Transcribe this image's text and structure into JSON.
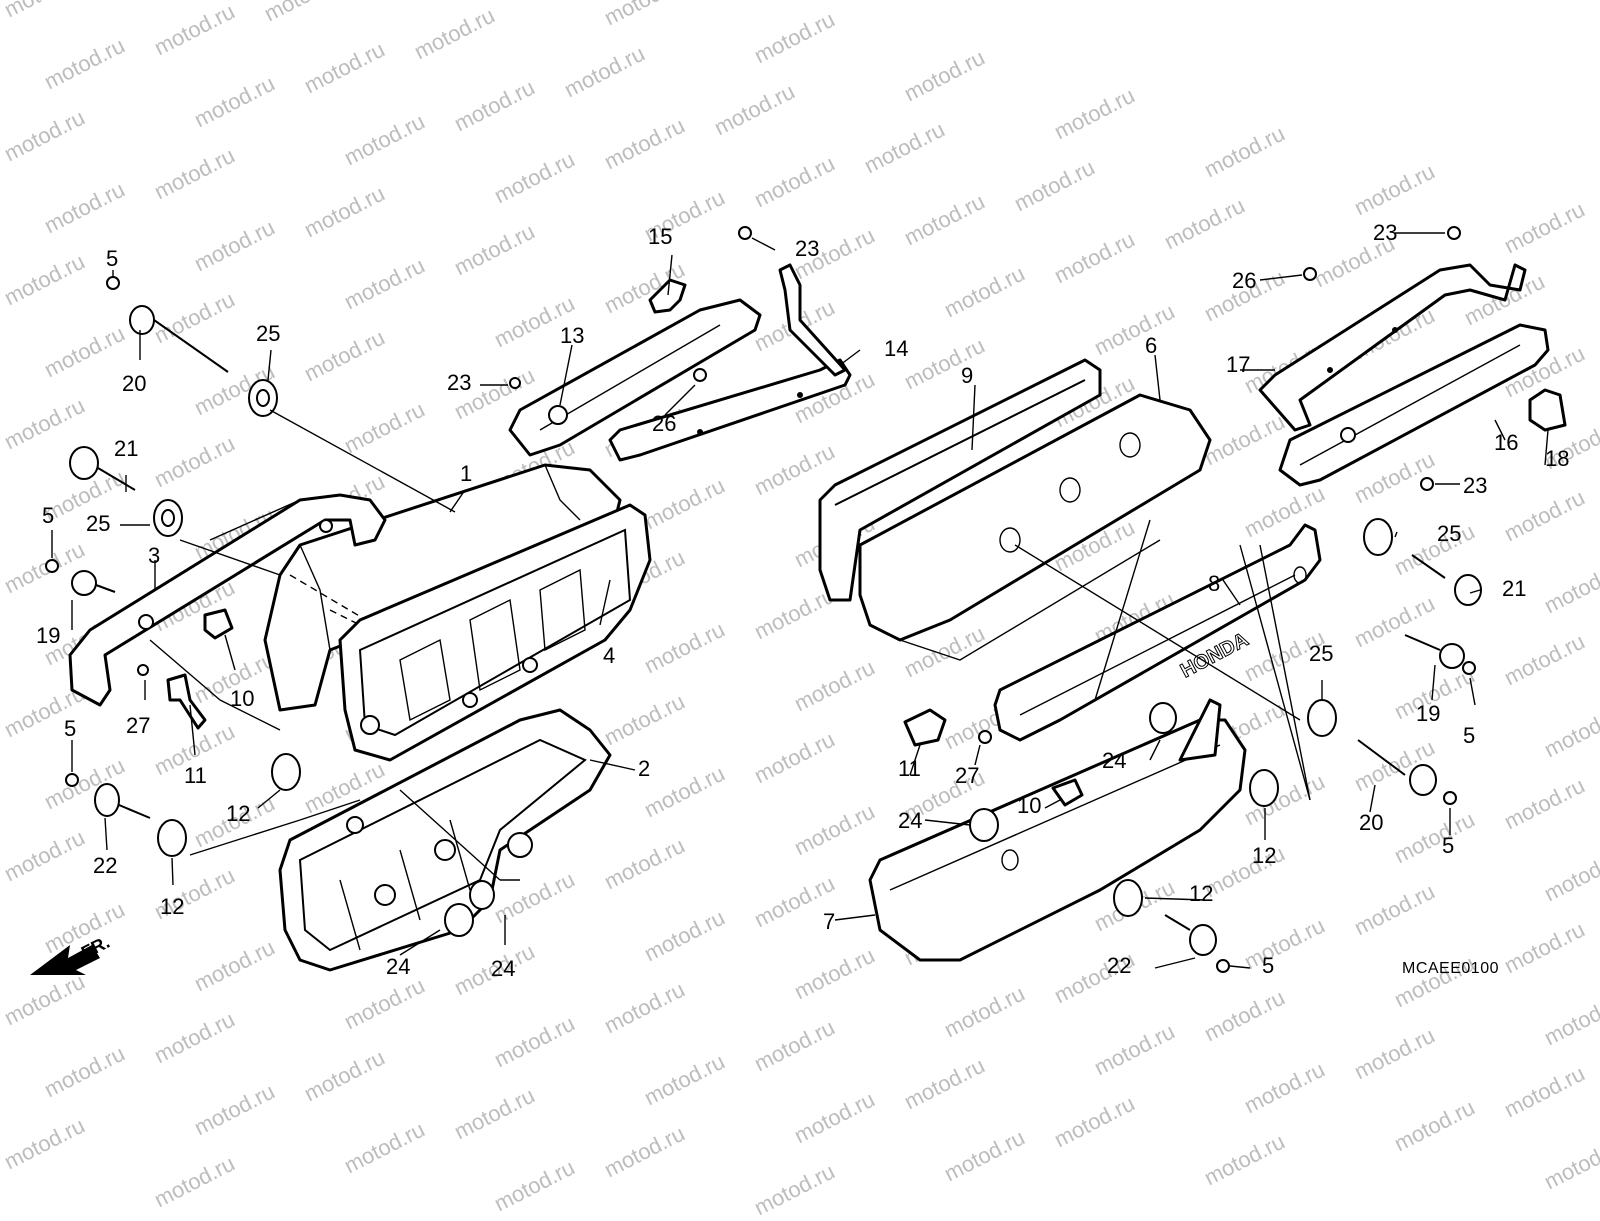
{
  "diagram": {
    "code": "MCAEE0100",
    "direction_label": "FR.",
    "watermark_text": "motod.ru",
    "callouts": {
      "c1": "1",
      "c2": "2",
      "c3": "3",
      "c4": "4",
      "c5a": "5",
      "c5b": "5",
      "c5c": "5",
      "c5d": "5",
      "c5e": "5",
      "c5f": "5",
      "c6": "6",
      "c7": "7",
      "c8": "8",
      "c9": "9",
      "c10a": "10",
      "c10b": "10",
      "c11a": "11",
      "c11b": "11",
      "c12a": "12",
      "c12b": "12",
      "c12c": "12",
      "c12d": "12",
      "c13": "13",
      "c14": "14",
      "c15": "15",
      "c16": "16",
      "c17": "17",
      "c18": "18",
      "c19a": "19",
      "c19b": "19",
      "c20a": "20",
      "c20b": "20",
      "c21a": "21",
      "c21b": "21",
      "c22a": "22",
      "c22b": "22",
      "c23a": "23",
      "c23b": "23",
      "c23c": "23",
      "c23d": "23",
      "c24a": "24",
      "c24b": "24",
      "c24c": "24",
      "c24d": "24",
      "c25a": "25",
      "c25b": "25",
      "c25c": "25",
      "c25d": "25",
      "c26a": "26",
      "c26b": "26",
      "c27a": "27",
      "c27b": "27"
    },
    "brand_mark": "HONDA",
    "colors": {
      "line": "#000000",
      "watermark": "#bdbdbd",
      "background": "#ffffff"
    }
  }
}
